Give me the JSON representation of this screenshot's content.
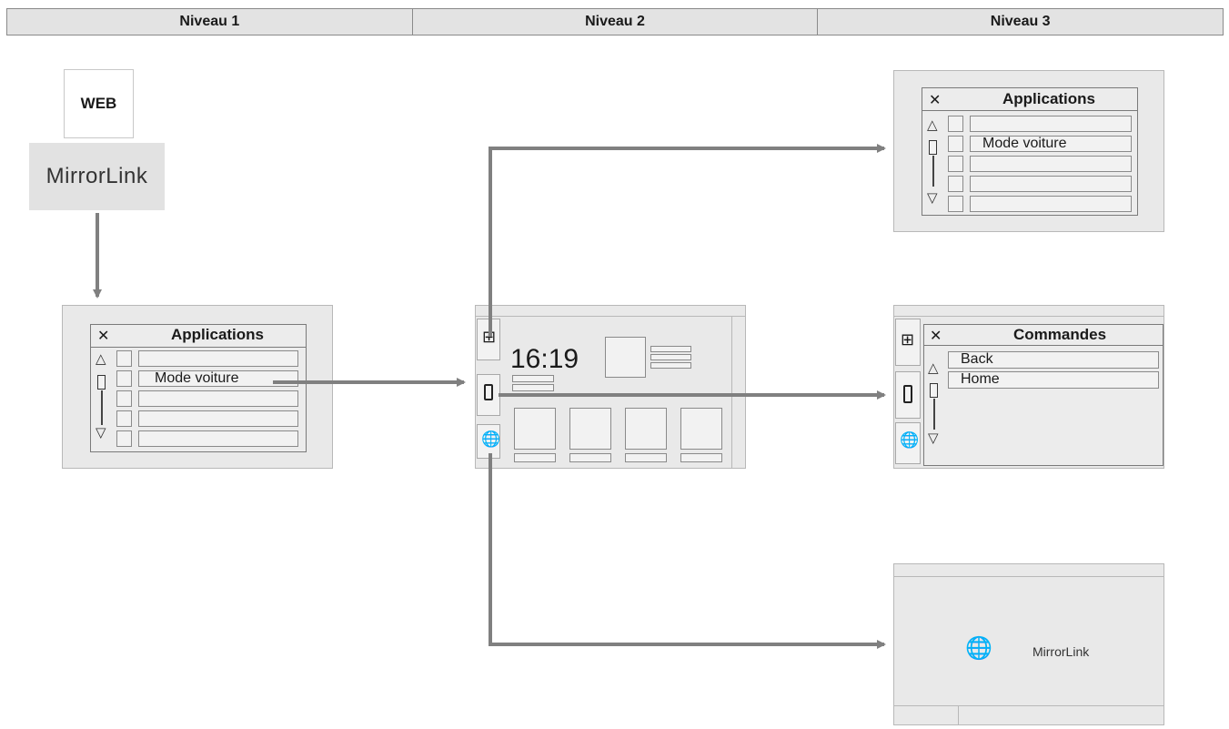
{
  "levels": [
    "Niveau 1",
    "Niveau 2",
    "Niveau 3"
  ],
  "web_label": "WEB",
  "mirrorlink_label": "MirrorLink",
  "mirrorlink_small_label": "MirrorLink",
  "apps_screen": {
    "title": "Applications",
    "selected_item": "Mode voiture"
  },
  "home_screen": {
    "clock": "16:19"
  },
  "commands_screen": {
    "title": "Commandes",
    "items": [
      "Back",
      "Home"
    ]
  },
  "icons": {
    "close": "close-icon",
    "up": "arrow-up-icon",
    "down": "arrow-down-icon",
    "apps": "grid-icon",
    "phone": "smartphone-icon",
    "web": "globe-icon"
  },
  "colors": {
    "arrow": "#808080",
    "panel": "#e9e9e9",
    "header": "#e3e3e3"
  }
}
